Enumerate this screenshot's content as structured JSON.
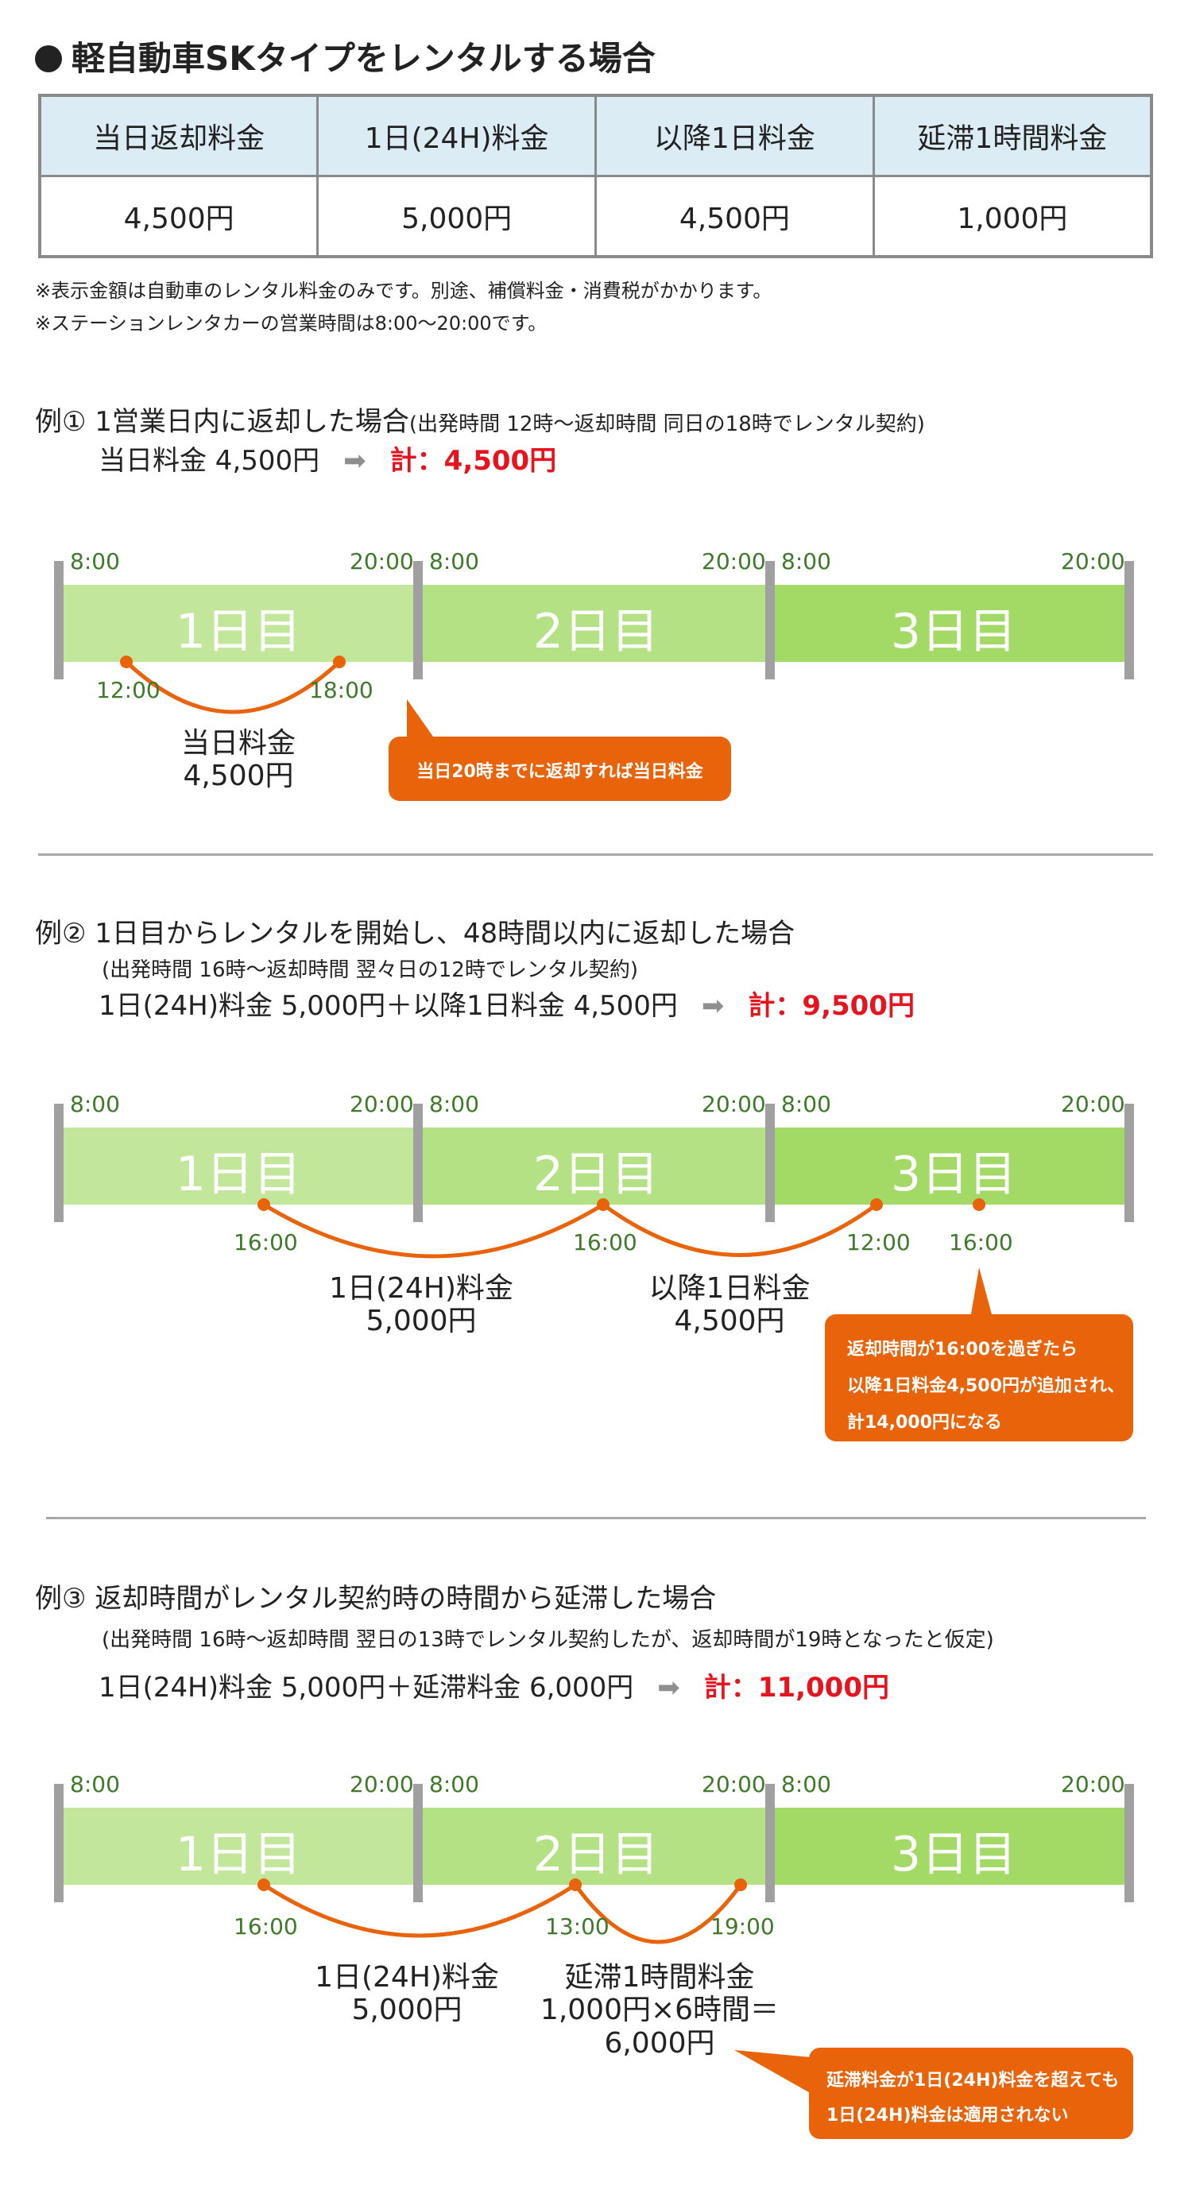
{
  "title": "軽自動車SKタイプをレンタルする場合",
  "fee_table": {
    "headers": [
      "当日返却料金",
      "1日(24H)料金",
      "以降1日料金",
      "延滞1時間料金"
    ],
    "values": [
      "4,500円",
      "5,000円",
      "4,500円",
      "1,000円"
    ]
  },
  "notes": [
    "※表示金額は自動車のレンタル料金のみです。別途、補償料金・消費税がかかります。",
    "※ステーションレンタカーの営業時間は8:00〜20:00です。"
  ],
  "timeline_common": {
    "open": "8:00",
    "close": "20:00",
    "days": [
      "1日目",
      "2日目",
      "3日目"
    ]
  },
  "colors": {
    "day1": "#c3e79a",
    "day2": "#b3e184",
    "day3": "#a3d965",
    "accent": "#e8630a",
    "total": "#e6141e",
    "time": "#3f7a2a"
  },
  "example1": {
    "heading": "例① 1営業日内に返却した場合",
    "heading_note": "(出発時間 12時〜返却時間 同日の18時でレンタル契約)",
    "calc": "当日料金 4,500円",
    "total": "計：4,500円",
    "times": [
      "12:00",
      "18:00"
    ],
    "captions": [
      [
        "当日料金",
        "4,500円"
      ]
    ],
    "callout": [
      "当日20時までに返却すれば当日料金"
    ]
  },
  "example2": {
    "heading": "例② 1日目からレンタルを開始し、48時間以内に返却した場合",
    "sub": "(出発時間 16時〜返却時間 翌々日の12時でレンタル契約)",
    "calc": "1日(24H)料金 5,000円＋以降1日料金 4,500円",
    "total": "計：9,500円",
    "times": [
      "16:00",
      "16:00",
      "12:00",
      "16:00"
    ],
    "captions": [
      [
        "1日(24H)料金",
        "5,000円"
      ],
      [
        "以降1日料金",
        "4,500円"
      ]
    ],
    "callout": [
      "返却時間が16:00を過ぎたら",
      "以降1日料金4,500円が追加され、",
      "計14,000円になる"
    ]
  },
  "example3": {
    "heading": "例③ 返却時間がレンタル契約時の時間から延滞した場合",
    "sub": "(出発時間 16時〜返却時間 翌日の13時でレンタル契約したが、返却時間が19時となったと仮定)",
    "calc": "1日(24H)料金 5,000円＋延滞料金 6,000円",
    "total": "計：11,000円",
    "times": [
      "16:00",
      "13:00",
      "19:00"
    ],
    "captions": [
      [
        "1日(24H)料金",
        "5,000円"
      ],
      [
        "延滞1時間料金",
        "1,000円×6時間＝",
        "6,000円"
      ]
    ],
    "callout": [
      "延滞料金が1日(24H)料金を超えても",
      "1日(24H)料金は適用されない"
    ]
  }
}
